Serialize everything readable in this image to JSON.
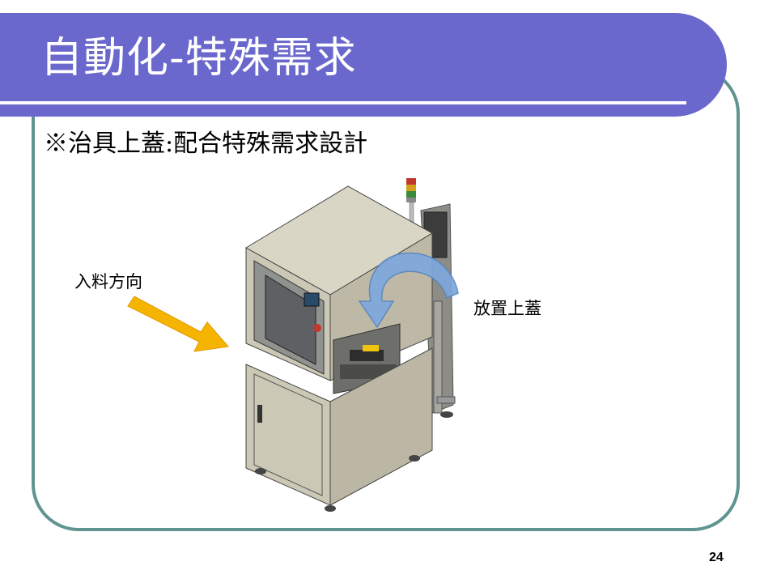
{
  "slide": {
    "title": "自動化-特殊需求",
    "subtitle": "※治具上蓋:配合特殊需求設計",
    "label_feed_direction": "入料方向",
    "label_place_cover": "放置上蓋",
    "page_number": "24"
  },
  "colors": {
    "title_band": "#6a67cd",
    "frame_border": "#5f9490",
    "feed_arrow": "#f5b400",
    "rotate_arrow": "#7da8dc",
    "machine_body": "#c9c5b3"
  },
  "icons": {
    "feed_arrow": "yellow-diagonal-arrow",
    "rotate_arrow": "blue-curved-arrow",
    "machine": "automation-machine-illustration",
    "signal_tower": "stack-light"
  }
}
